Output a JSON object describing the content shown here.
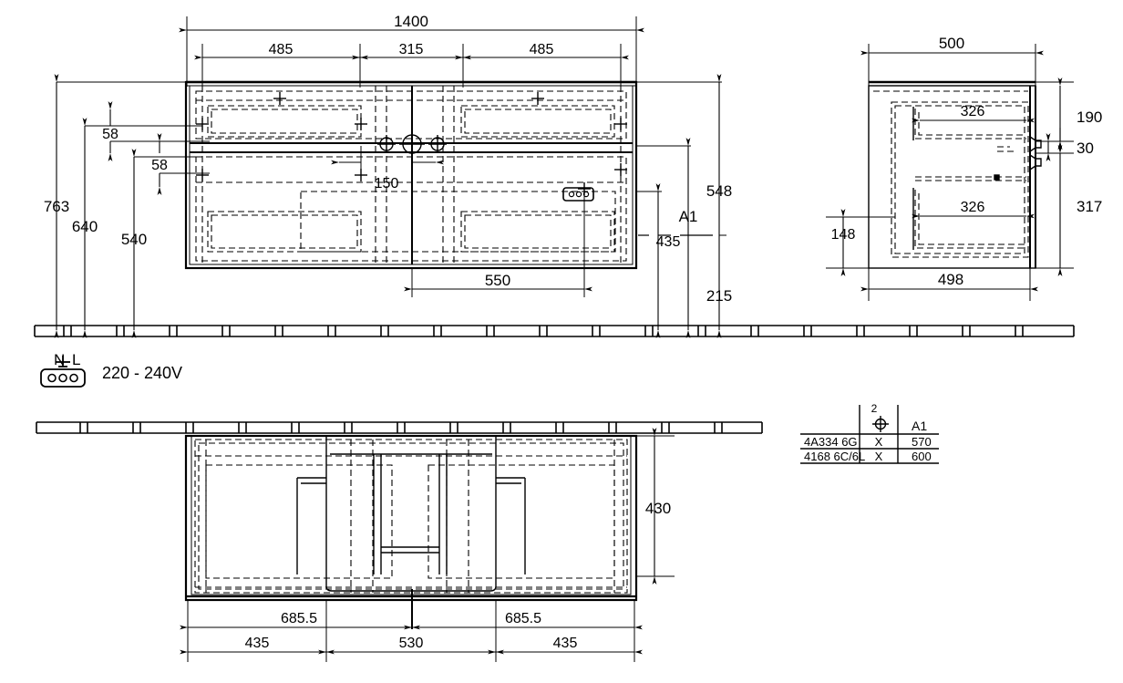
{
  "drawing": {
    "title": "Vanity unit technical drawing",
    "units": "mm",
    "line_color": "#000000",
    "background": "#ffffff"
  },
  "front_view": {
    "name": "front-elevation",
    "overall_width": "1400",
    "segments": [
      "485",
      "315",
      "485"
    ],
    "heights": {
      "total_from_floor": "763",
      "cabinet_top": "640",
      "cabinet_lower": "540",
      "offset_upper": "58",
      "offset_lower": "58"
    },
    "right_dims": {
      "body_height": "548",
      "reference": "A1",
      "lower_height": "435",
      "plinth": "215"
    },
    "center_dims": {
      "tap_spacing": "150",
      "socket_offset": "550"
    }
  },
  "side_view": {
    "name": "side-section",
    "depth_outer": "500",
    "depth_inner": "498",
    "drawer_upper": "326",
    "drawer_lower": "326",
    "height_upper": "190",
    "gap": "30",
    "height_lower": "317",
    "base_offset": "148"
  },
  "plan_view": {
    "name": "plan-view",
    "depth": "430",
    "top_dims": [
      "685.5",
      "685.5"
    ],
    "bottom_dims": [
      "435",
      "530",
      "435"
    ]
  },
  "electrical": {
    "neutral_label": "N",
    "live_label": "L",
    "earth_symbol": "earth-ground",
    "voltage": "220 - 240V"
  },
  "variant_table": {
    "columns": [
      "",
      "2",
      "A1"
    ],
    "marker_icon": "center-target-icon",
    "rows": [
      {
        "model": "4A334 6G",
        "qty": "X",
        "a1": "570"
      },
      {
        "model": "4168 6C/6L",
        "qty": "X",
        "a1": "600"
      }
    ]
  }
}
